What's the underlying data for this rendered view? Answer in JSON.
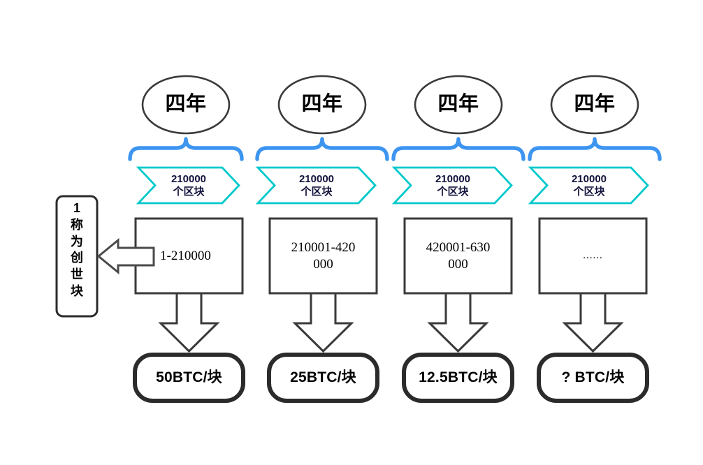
{
  "diagram": {
    "title": "Bitcoin halving epochs diagram",
    "colors": {
      "brace": "#3d95f0",
      "chevron": "#00c9cb",
      "outline_dark": "#3a3a3a",
      "outline_black": "#2b2b2b",
      "chevron_text": "#12123c",
      "background": "#ffffff"
    },
    "genesis_note": {
      "characters": [
        "1",
        "称",
        "为",
        "创",
        "世",
        "块"
      ],
      "text": "1称为创世块"
    },
    "columns": [
      {
        "period_label": "四年",
        "blocks_label": "210000\n个区块",
        "range_label": "1-210000",
        "reward_label": "50BTC/块"
      },
      {
        "period_label": "四年",
        "blocks_label": "210000\n个区块",
        "range_label": "210001-420\n000",
        "reward_label": "25BTC/块"
      },
      {
        "period_label": "四年",
        "blocks_label": "210000\n个区块",
        "range_label": "420001-630\n000",
        "reward_label": "12.5BTC/块"
      },
      {
        "period_label": "四年",
        "blocks_label": "210000\n个区块",
        "range_label": "......",
        "reward_label": "? BTC/块"
      }
    ]
  }
}
